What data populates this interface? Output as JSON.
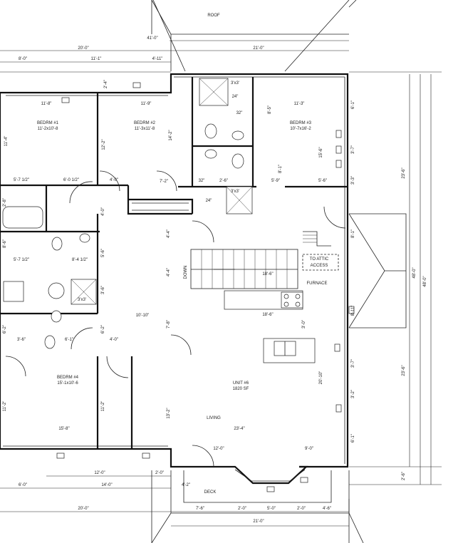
{
  "rooms": {
    "roof": "ROOF",
    "bedrm1": "BEDRM #1",
    "bedrm1_size": "11'-2x10'-8",
    "bedrm2": "BEDRM #2",
    "bedrm2_size": "11'-3x11'-8",
    "bedrm3": "BEDRM #3",
    "bedrm3_size": "10'-7x16'-2",
    "bedrm4": "BEDRM #4",
    "bedrm4_size": "15'-1x10'-6",
    "unit": "UNIT #6",
    "unit_area": "1820 SF",
    "living": "LIVING",
    "attic1": "TO ATTIC",
    "attic2": "ACCESS",
    "furnace": "FURNACE",
    "deck": "DECK",
    "down": "DOWN"
  },
  "dims_top": {
    "d41": "41'-0\"",
    "d20": "20'-0\"",
    "d21": "21'-0\"",
    "d8": "8'-0\"",
    "d11_1": "11'-1\"",
    "d4_11": "4'-11\"",
    "d2_4": "2'-4\"",
    "d11_8": "11'-8\"",
    "d11_9": "11'-9\"",
    "d3x3a": "3'x3'",
    "d24a": "24\"",
    "d32a": "32\"",
    "d8_5": "8'-5\"",
    "d11_3": "11'-3\"",
    "d6_1a": "6'-1\"",
    "d14_2": "14'-2\"",
    "d12_2": "12'-2\"",
    "d11_4": "11'-4\"",
    "d8_1": "8'-1\"",
    "d15_6": "15'-6\""
  },
  "dims_mid": {
    "d5_7a": "5'-7 1/2\"",
    "d6_0": "6'-0 1/2\"",
    "d4_0a": "4'-0\"",
    "d7_2": "7'-2\"",
    "d32b": "32\"",
    "d2_6": "2'-6\"",
    "d3x3b": "3'x3'",
    "d24b": "24\"",
    "d5_9": "5'-9\"",
    "d5_6": "5'-6\"",
    "d3_7a": "3'-7\"",
    "d3_3a": "3'-3\"",
    "d23_6": "23'-6\"",
    "d4_0b": "4'-0\"",
    "d8_1b": "8'-1\"",
    "d5_6b": "5'-6\"",
    "d2_8": "2'-8\"",
    "d8_4": "8'-4 1/2\"",
    "d5_7b": "5'-7 1/2\"",
    "d8_6": "8'-6\"",
    "d4_4a": "4'-4\"",
    "d4_4b": "4'-4\"",
    "d3x3c": "3'x3'",
    "d3_6": "3'-6\"",
    "d18_6a": "18'-6\"",
    "d18_6b": "18'-6\"",
    "d48_0a": "48'-0\"",
    "d48_0b": "48'-0\"",
    "d8_11": "8'-11\"",
    "d10_10": "10'-10\"",
    "d6_2": "6'-2\"",
    "d3_6b": "3'-6\"",
    "d6_1b": "6'-1\"",
    "d6_2b": "6'-2\"",
    "d4_0c": "4'-0\"",
    "d3_0": "3'-0\"",
    "d7_8": "7'-8\"",
    "d3_7b": "3'-7\"",
    "d20_10": "20'-10\"",
    "d23_6b": "23'-6\""
  },
  "dims_bottom": {
    "d11_2a": "11'-2\"",
    "d11_2b": "11'-2\"",
    "d13_2": "13'-2\"",
    "d15_8": "15'-8\"",
    "d23_4": "23'-4\"",
    "d12_0a": "12'-0\"",
    "d9_0": "9'-0\"",
    "d6_1c": "6'-1\"",
    "d3_2": "3'-2\"",
    "d12_0b": "12'-0\"",
    "d2_0a": "2'-0\"",
    "d6_0b": "6'-0\"",
    "d14_0": "14'-0\"",
    "d4_2": "4'-2\"",
    "d2_6b": "2'-6\"",
    "d20_0b": "20'-0\"",
    "d7_6": "7'-6\"",
    "d2_0b": "2'-0\"",
    "d5_0": "5'-0\"",
    "d2_0c": "2'-0\"",
    "d4_6": "4'-6\"",
    "d21_0b": "21'-0\""
  }
}
